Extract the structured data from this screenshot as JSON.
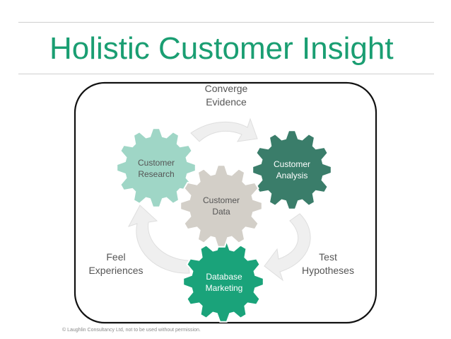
{
  "title": "Holistic Customer Insight",
  "gears": {
    "research": {
      "line1": "Customer",
      "line2": "Research",
      "color": "#9fd6c6",
      "text_color": "#555555"
    },
    "analysis": {
      "line1": "Customer",
      "line2": "Analysis",
      "color": "#3a7d6a",
      "text_color": "#ffffff"
    },
    "data": {
      "line1": "Customer",
      "line2": "Data",
      "color": "#d3cfc8",
      "text_color": "#555555"
    },
    "database": {
      "line1": "Database",
      "line2": "Marketing",
      "color": "#1aa37a",
      "text_color": "#ffffff"
    }
  },
  "cycle_labels": {
    "converge": {
      "line1": "Converge",
      "line2": "Evidence"
    },
    "test": {
      "line1": "Test",
      "line2": "Hypotheses"
    },
    "feel": {
      "line1": "Feel",
      "line2": "Experiences"
    }
  },
  "copyright": "© Laughlin Consultancy Ltd, not to be used without permission.",
  "colors": {
    "title": "#1a9e72",
    "arrow": "#efefef",
    "arrow_stroke": "#dedede",
    "frame": "#111111"
  }
}
